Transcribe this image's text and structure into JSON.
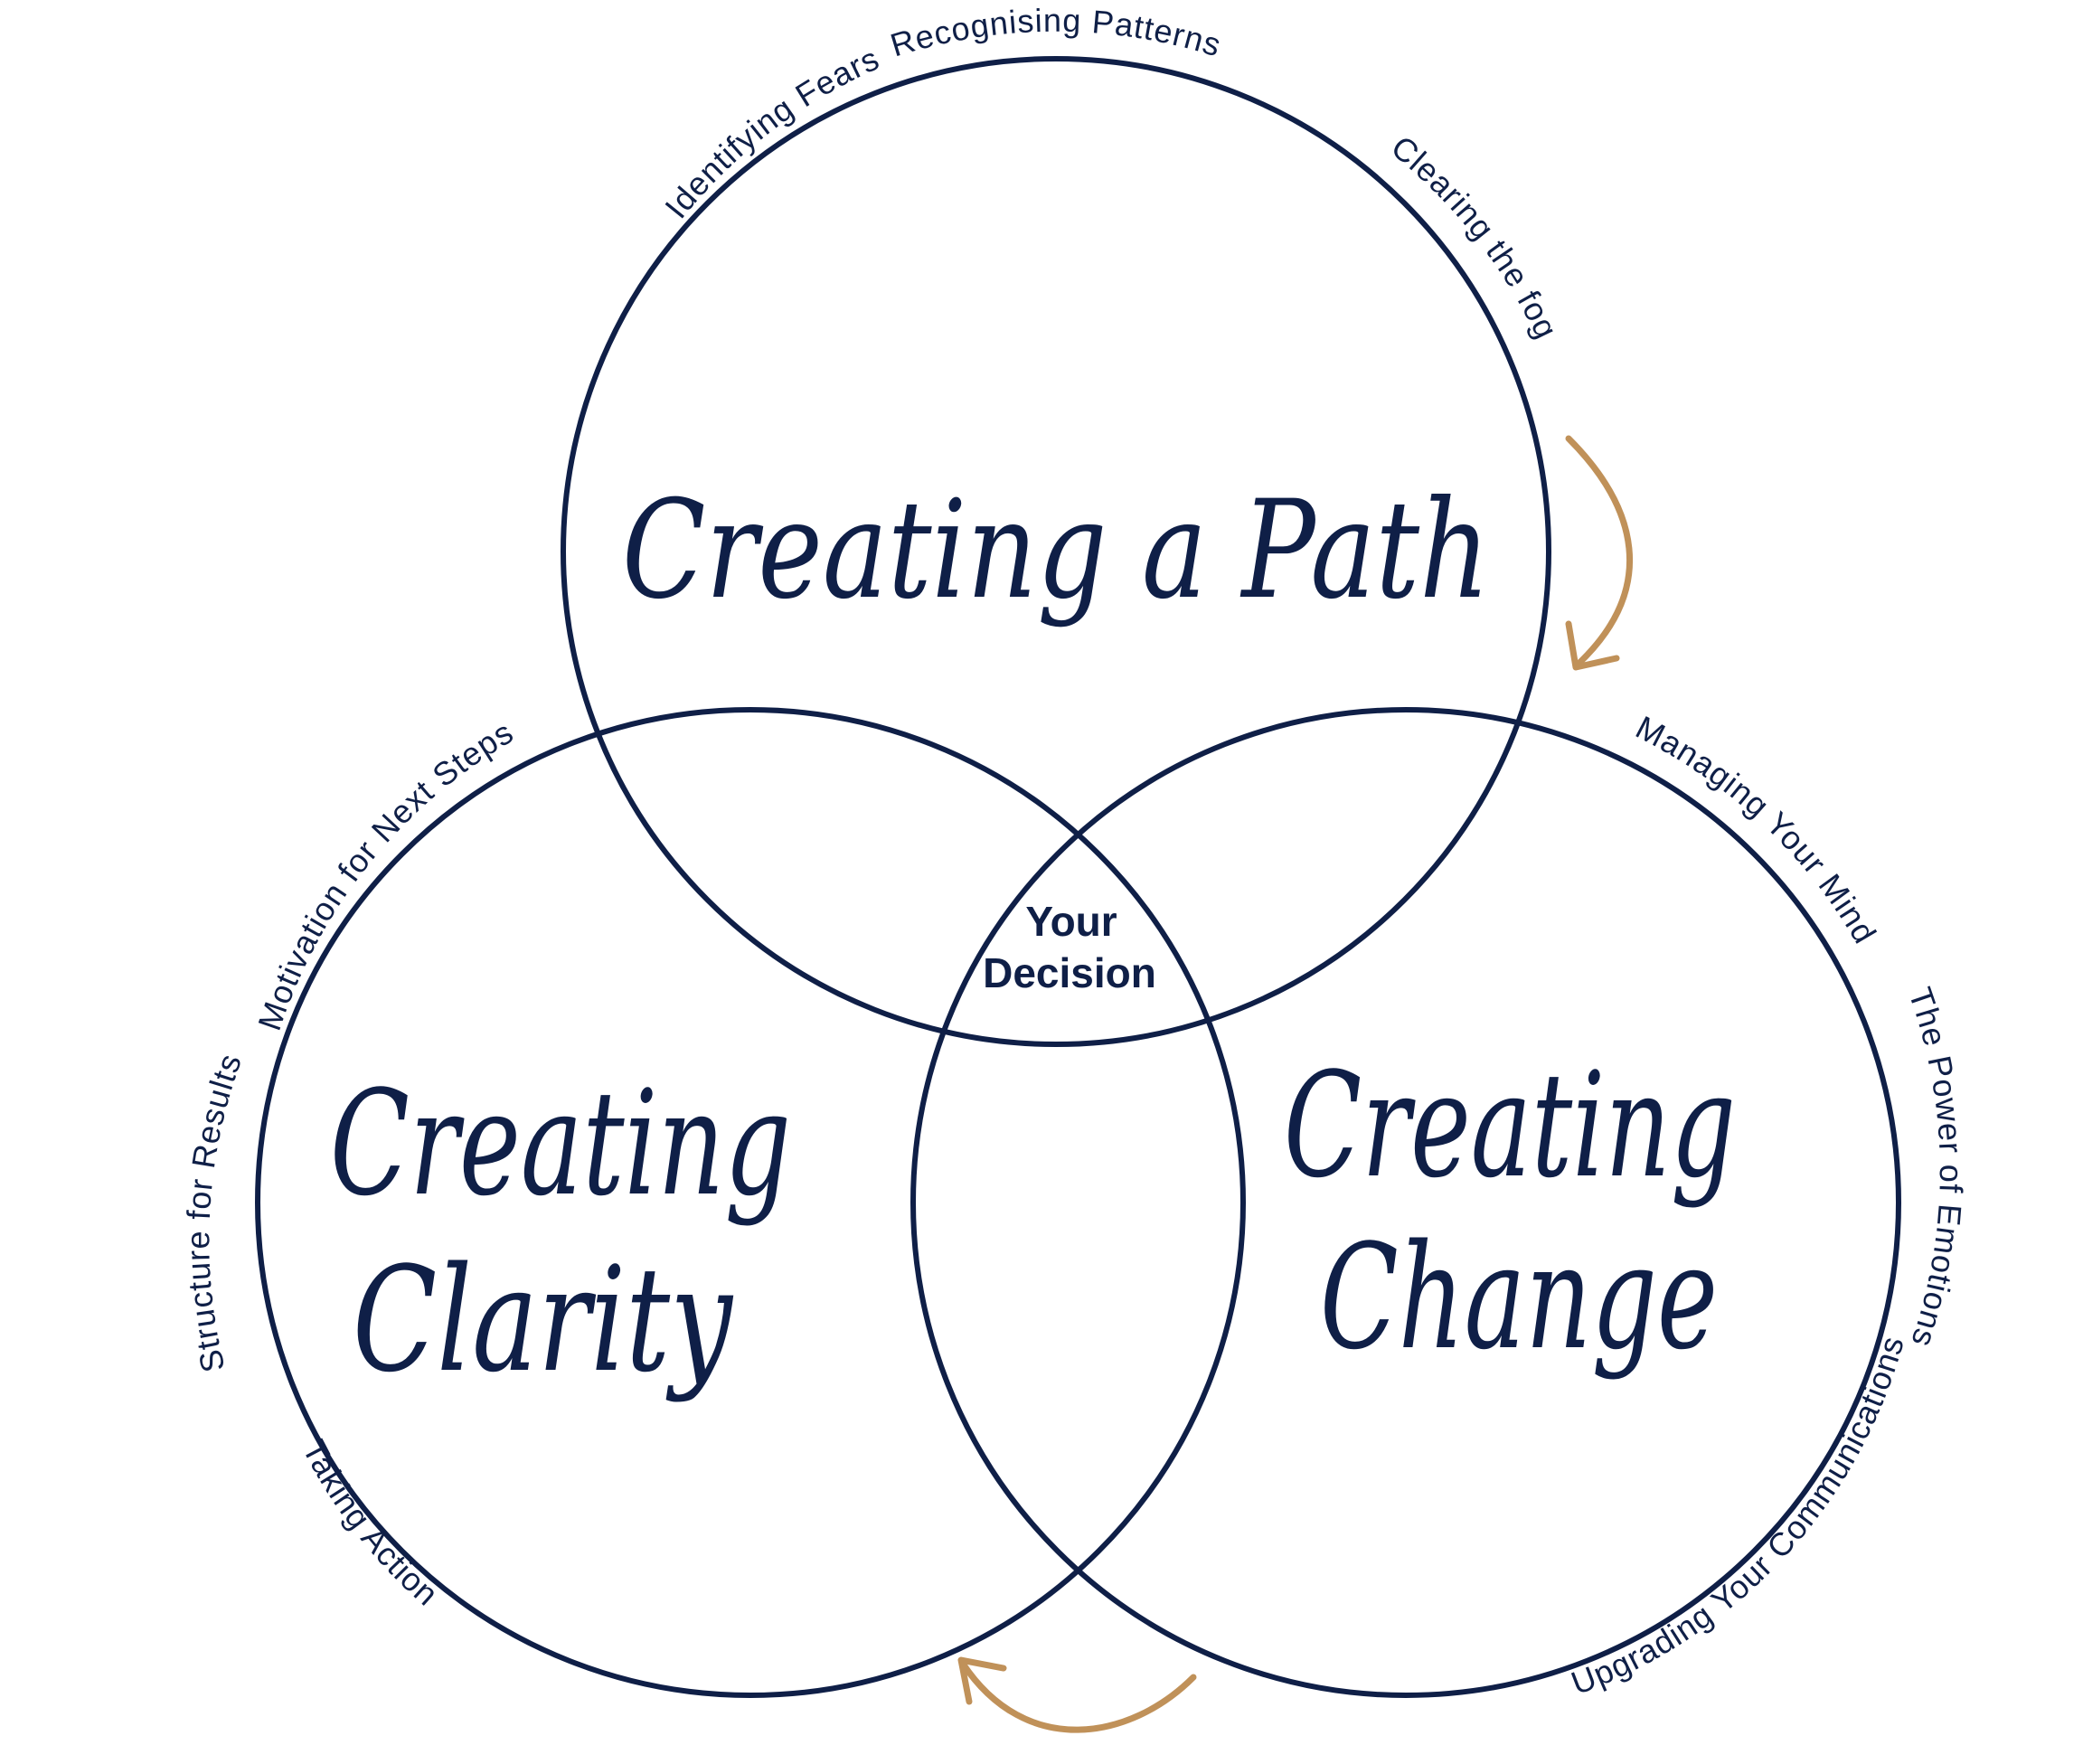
{
  "circles": {
    "top": {
      "title": "Creating a Path",
      "labels": [
        "Identifying Fears",
        "Recognising Patterns",
        "Clearing the fog"
      ]
    },
    "left": {
      "title_line1": "Creating",
      "title_line2": "Clarity",
      "labels": [
        "Motivation for Next Steps",
        "Structure for Results",
        "Taking Action"
      ]
    },
    "right": {
      "title_line1": "Creating",
      "title_line2": "Change",
      "labels": [
        "Managing Your Mind",
        "The Power of Emotions",
        "Upgrading Your Communications"
      ]
    }
  },
  "center": {
    "line1": "Your",
    "line2": "Decision"
  },
  "colors": {
    "ink": "#0f1f47",
    "arrow": "#c09159"
  }
}
